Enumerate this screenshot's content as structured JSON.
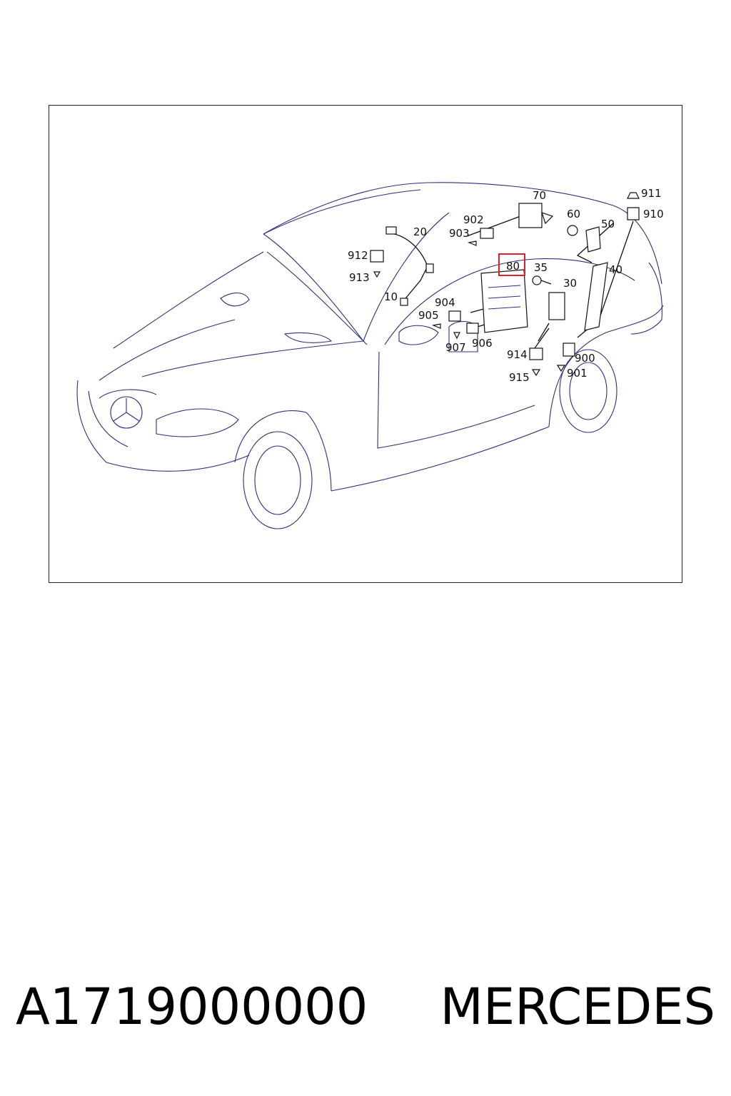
{
  "diagram": {
    "callouts": [
      {
        "id": "c911",
        "text": "911"
      },
      {
        "id": "c910",
        "text": "910"
      },
      {
        "id": "c70",
        "text": "70"
      },
      {
        "id": "c60",
        "text": "60"
      },
      {
        "id": "c50",
        "text": "50"
      },
      {
        "id": "c902",
        "text": "902"
      },
      {
        "id": "c903",
        "text": "903"
      },
      {
        "id": "c20",
        "text": "20"
      },
      {
        "id": "c912",
        "text": "912"
      },
      {
        "id": "c913",
        "text": "913"
      },
      {
        "id": "c10",
        "text": "10"
      },
      {
        "id": "c80",
        "text": "80",
        "highlighted": true
      },
      {
        "id": "c35",
        "text": "35"
      },
      {
        "id": "c40",
        "text": "40"
      },
      {
        "id": "c30",
        "text": "30"
      },
      {
        "id": "c904",
        "text": "904"
      },
      {
        "id": "c905",
        "text": "905"
      },
      {
        "id": "c906",
        "text": "906"
      },
      {
        "id": "c907",
        "text": "907"
      },
      {
        "id": "c914",
        "text": "914"
      },
      {
        "id": "c915",
        "text": "915"
      },
      {
        "id": "c900",
        "text": "900"
      },
      {
        "id": "c901",
        "text": "901"
      }
    ],
    "highlight_color": "#e0202a",
    "line_color": "#2b2f7a"
  },
  "caption": {
    "part_number": "A1719000000",
    "brand": "MERCEDES"
  }
}
